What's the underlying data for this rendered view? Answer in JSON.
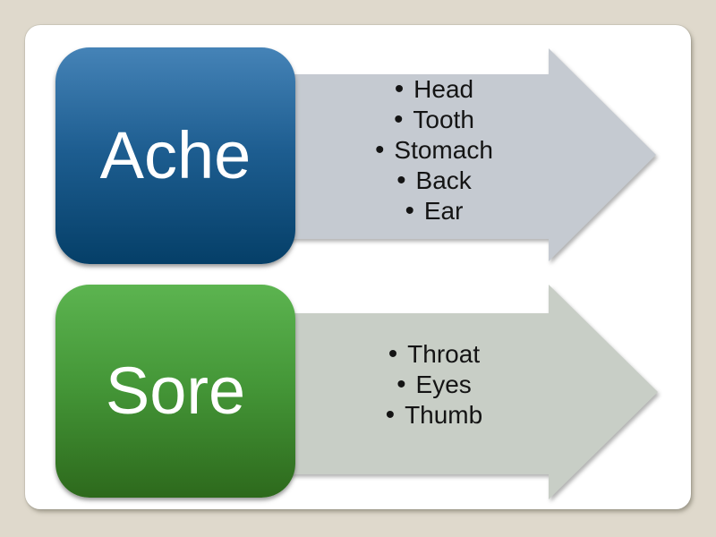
{
  "slide": {
    "background_color": "#dfd9cc",
    "panel_color": "#ffffff"
  },
  "list": {
    "bullet": "•"
  },
  "rows": [
    {
      "label": "Ache",
      "items": [
        "Head",
        "Tooth",
        "Stomach",
        "Back",
        "Ear"
      ],
      "box_gradient_top": "#4583b7",
      "box_gradient_bottom": "#053f68",
      "arrow_color": "#c5cad1",
      "label_color": "#ffffff",
      "list_text_color": "#141414"
    },
    {
      "label": "Sore",
      "items": [
        "Throat",
        "Eyes",
        "Thumb"
      ],
      "box_gradient_top": "#5cb450",
      "box_gradient_bottom": "#2d691c",
      "arrow_color": "#c8cec6",
      "label_color": "#ffffff",
      "list_text_color": "#141414"
    }
  ]
}
